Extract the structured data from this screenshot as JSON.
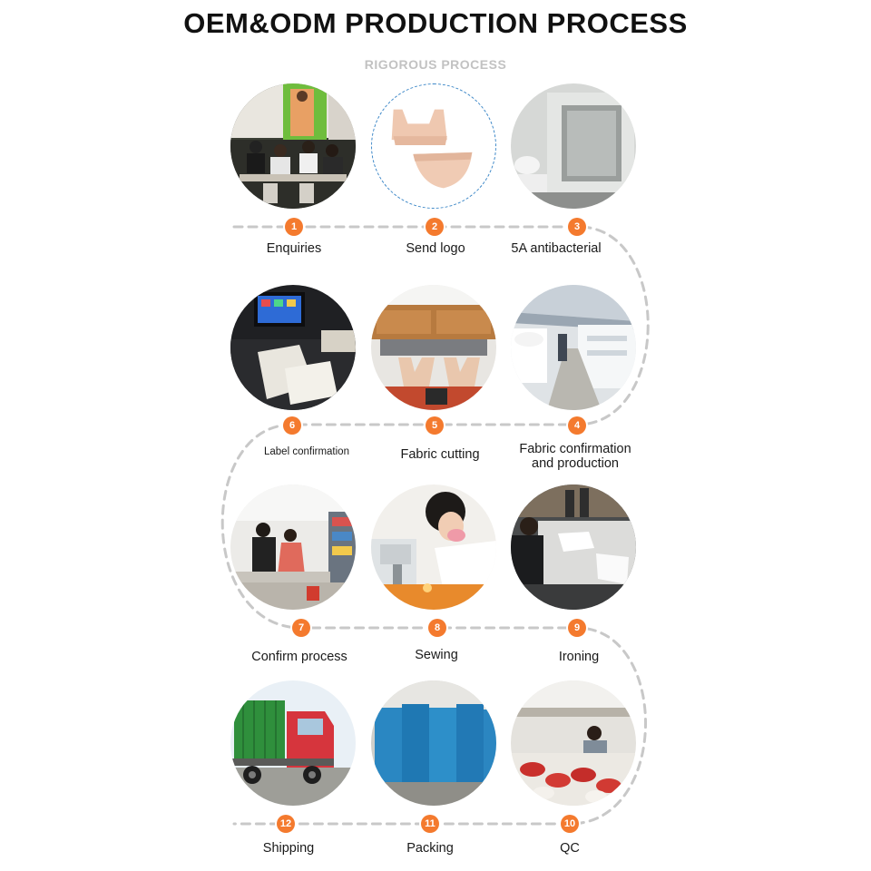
{
  "header": {
    "title": "OEM&ODM PRODUCTION PROCESS",
    "subtitle": "RIGOROUS PROCESS"
  },
  "colors": {
    "accent": "#f47a2e",
    "path": "#c8c8c8",
    "outline": "#3a86c7"
  },
  "steps": [
    {
      "number": "1",
      "label": "Enquiries",
      "icon": "meeting-photo"
    },
    {
      "number": "2",
      "label": "Send logo",
      "icon": "bra-product-photo"
    },
    {
      "number": "3",
      "label": "5A antibacterial",
      "icon": "antibacterial-chamber-photo"
    },
    {
      "number": "4",
      "label": "Fabric confirmation\nand production",
      "icon": "fabric-factory-photo"
    },
    {
      "number": "5",
      "label": "Fabric cutting",
      "icon": "cutting-machine-photo"
    },
    {
      "number": "6",
      "label": "Label confirmation",
      "icon": "label-printer-photo"
    },
    {
      "number": "7",
      "label": "Confirm process",
      "icon": "workshop-photo"
    },
    {
      "number": "8",
      "label": "Sewing",
      "icon": "sewing-photo"
    },
    {
      "number": "9",
      "label": "Ironing",
      "icon": "ironing-photo"
    },
    {
      "number": "10",
      "label": "QC",
      "icon": "quality-check-photo"
    },
    {
      "number": "11",
      "label": "Packing",
      "icon": "packed-bags-photo"
    },
    {
      "number": "12",
      "label": "Shipping",
      "icon": "container-truck-photo"
    }
  ]
}
